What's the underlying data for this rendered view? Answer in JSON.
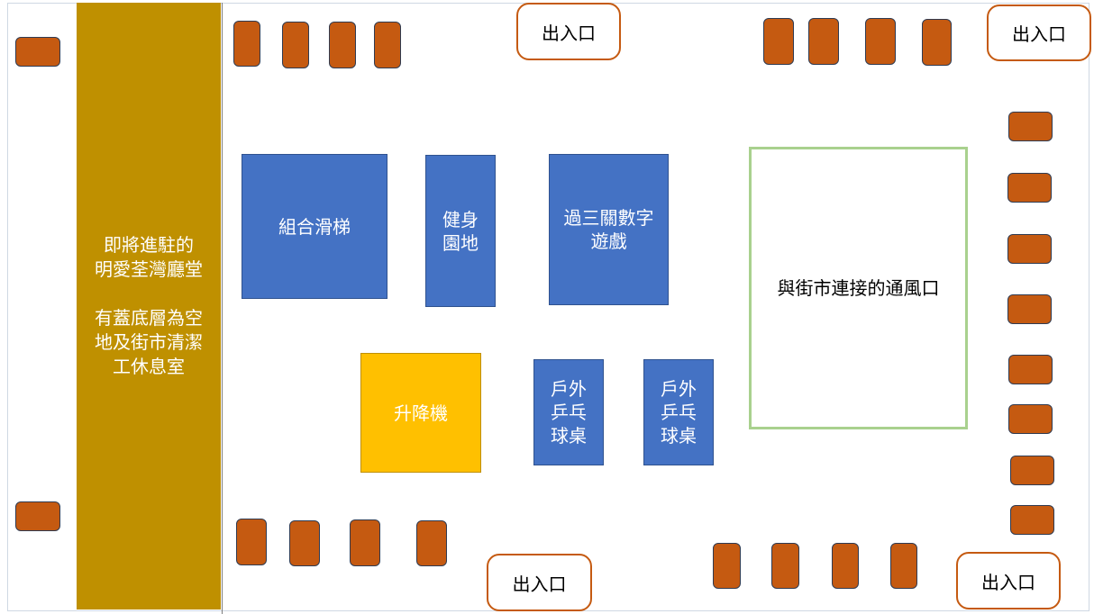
{
  "hall": {
    "line1": "即將進駐的",
    "line2": "明愛荃灣廳堂",
    "line3": "有蓋底層為空",
    "line4": "地及街市清潔",
    "line5": "工休息室"
  },
  "facilities": {
    "slide": "組合滑梯",
    "fitness": "健身\n園地",
    "number_game": "過三關數字\n遊戲",
    "lift": "升降機",
    "pingpong_1": "戶外\n乒乓\n球桌",
    "pingpong_2": "戶外\n乒乓\n球桌",
    "vent": "與街市連接的通風口"
  },
  "exits": {
    "top_middle": "出入口",
    "top_right": "出入口",
    "bottom_middle": "出入口",
    "bottom_right": "出入口"
  },
  "colors": {
    "bench": "#c55a11",
    "facility_blue": "#4472c4",
    "lift_yellow": "#ffc000",
    "hall_gold": "#bf9000",
    "vent_border": "#a9d18e",
    "exit_border": "#c55a11"
  }
}
